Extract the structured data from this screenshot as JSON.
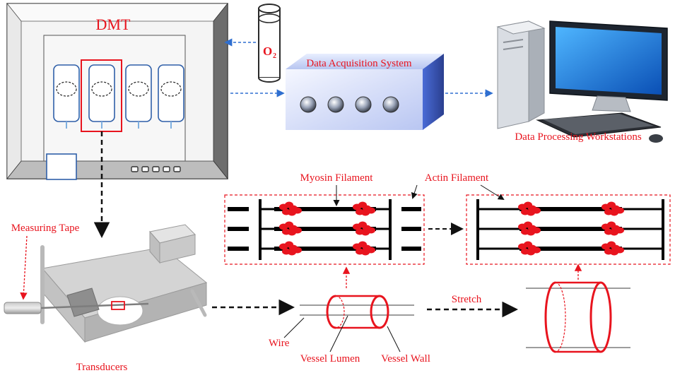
{
  "labels": {
    "dmt": "DMT",
    "o2_main": "O",
    "o2_sub": "2",
    "daq": "Data Acquisition System",
    "workstation": "Data Processing Workstations",
    "measuring_tape": "Measuring Tape",
    "transducers": "Transducers",
    "myosin": "Myosin Filament",
    "actin": "Actin Filament",
    "stretch": "Stretch",
    "wire": "Wire",
    "vessel_lumen": "Vessel Lumen",
    "vessel_wall": "Vessel Wall"
  },
  "colors": {
    "label_red": "#e8141e",
    "arrow_blue": "#2f6fd0",
    "chamber_blue": "#2f5fa8",
    "filament_dot": "#e8141e",
    "filament_bar": "#000000"
  },
  "icons": [
    "o2-cylinder-icon",
    "computer-icon",
    "transducer-icon",
    "vessel-icon"
  ]
}
